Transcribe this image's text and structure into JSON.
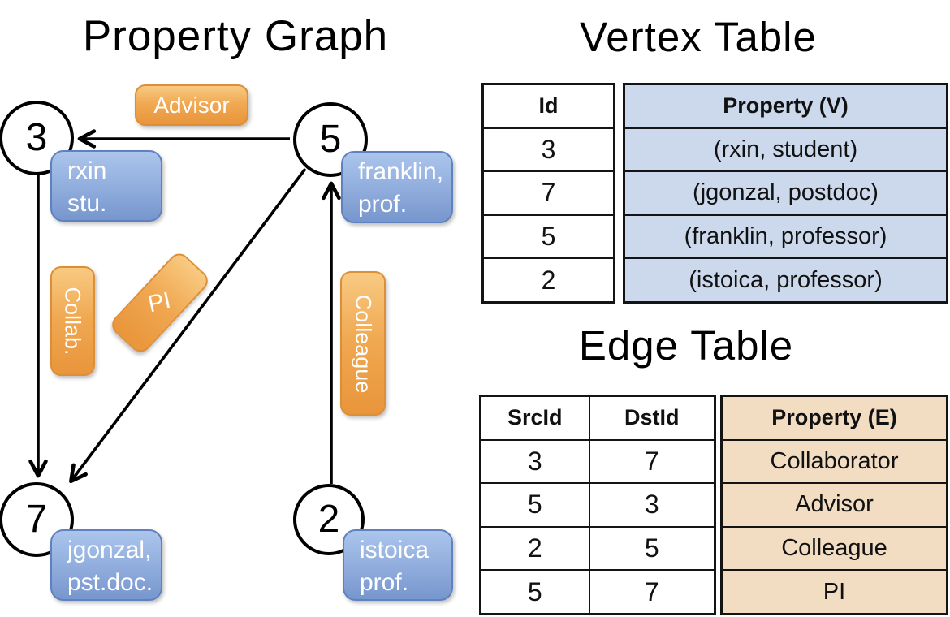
{
  "diagram": {
    "title": "Property Graph",
    "nodes": [
      {
        "id": "3",
        "prop_line1": "rxin",
        "prop_line2": "stu."
      },
      {
        "id": "5",
        "prop_line1": "franklin,",
        "prop_line2": "prof."
      },
      {
        "id": "7",
        "prop_line1": "jgonzal,",
        "prop_line2": "pst.doc."
      },
      {
        "id": "2",
        "prop_line1": "istoica",
        "prop_line2": "prof."
      }
    ],
    "edge_labels": [
      {
        "label": "Advisor",
        "from": "5",
        "to": "3"
      },
      {
        "label": "Collab.",
        "from": "3",
        "to": "7"
      },
      {
        "label": "PI",
        "from": "5",
        "to": "7"
      },
      {
        "label": "Colleague",
        "from": "2",
        "to": "5"
      }
    ]
  },
  "vertex_table": {
    "title": "Vertex Table",
    "columns": {
      "id": "Id",
      "property": "Property (V)"
    },
    "rows": [
      {
        "id": "3",
        "property": "(rxin, student)"
      },
      {
        "id": "7",
        "property": "(jgonzal, postdoc)"
      },
      {
        "id": "5",
        "property": "(franklin, professor)"
      },
      {
        "id": "2",
        "property": "(istoica, professor)"
      }
    ]
  },
  "edge_table": {
    "title": "Edge Table",
    "columns": {
      "src": "SrcId",
      "dst": "DstId",
      "property": "Property (E)"
    },
    "rows": [
      {
        "src": "3",
        "dst": "7",
        "property": "Collaborator"
      },
      {
        "src": "5",
        "dst": "3",
        "property": "Advisor"
      },
      {
        "src": "2",
        "dst": "5",
        "property": "Colleague"
      },
      {
        "src": "5",
        "dst": "7",
        "property": "PI"
      }
    ]
  },
  "colors": {
    "edge_label_fill": "#F0A851",
    "edge_label_border": "#DC8F36",
    "vertex_box_fill": "#8FACDC",
    "vertex_box_border": "#5F81C0",
    "vertex_table_cell": "#CCD9ED",
    "edge_table_cell": "#F2DDC3",
    "line": "#000000"
  }
}
